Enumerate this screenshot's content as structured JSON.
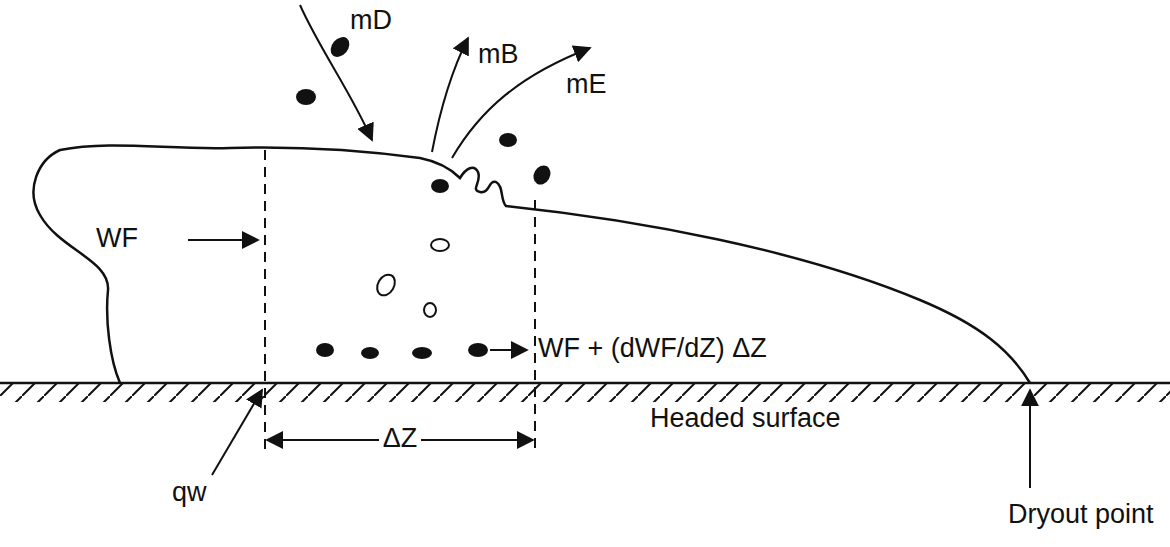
{
  "diagram": {
    "labels": [
      "mD",
      "mB",
      "mE",
      "WF",
      "WF + (dWF/dZ) ΔZ",
      "ΔZ",
      "qw",
      "Headed surface",
      "Dryout point"
    ]
  }
}
